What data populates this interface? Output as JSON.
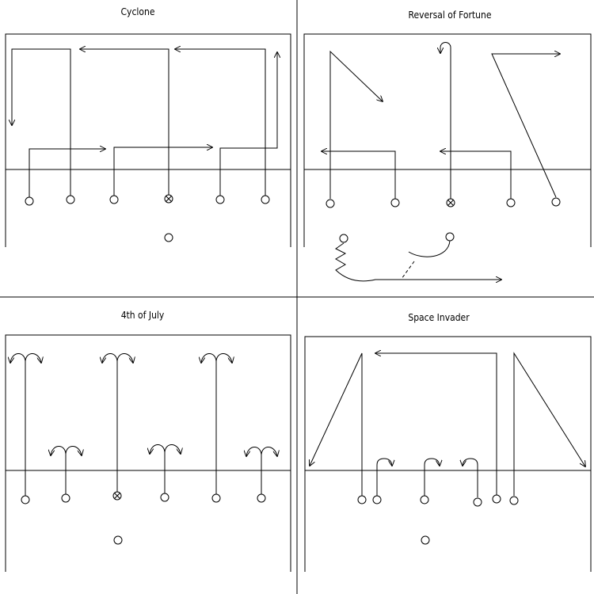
{
  "plays": [
    {
      "id": "cyclone",
      "title": "Cyclone"
    },
    {
      "id": "reversal-of-fortune",
      "title": "Reversal of Fortune"
    },
    {
      "id": "4th-of-july",
      "title": "4th of July"
    },
    {
      "id": "space-invader",
      "title": "Space Invader"
    }
  ],
  "colors": {
    "ink": "#000000",
    "paper": "#ffffff"
  }
}
